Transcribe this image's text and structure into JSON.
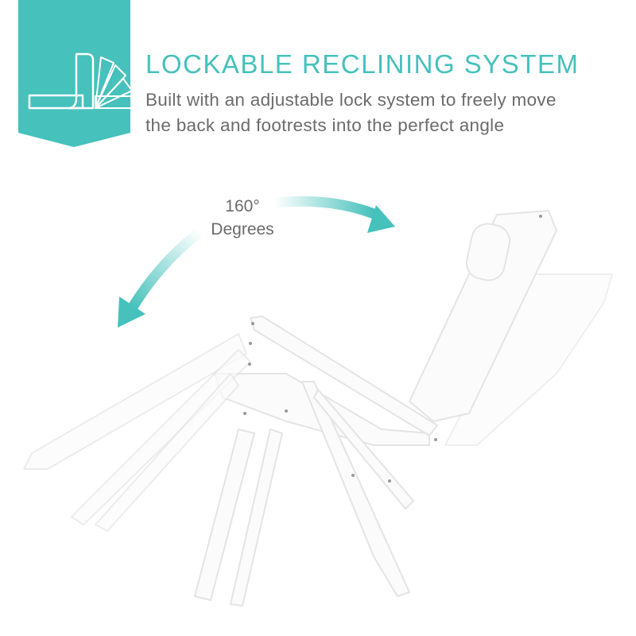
{
  "header": {
    "title": "LOCKABLE RECLINING SYSTEM",
    "subtitle_line1": "Built with an adjustable lock system to freely move",
    "subtitle_line2": "the back and footrests into the perfect angle",
    "icon": "recline-fan-icon"
  },
  "angle_label": {
    "value": "160°",
    "unit": "Degrees"
  },
  "colors": {
    "accent": "#46c1bc",
    "text": "#6b6b6b"
  }
}
